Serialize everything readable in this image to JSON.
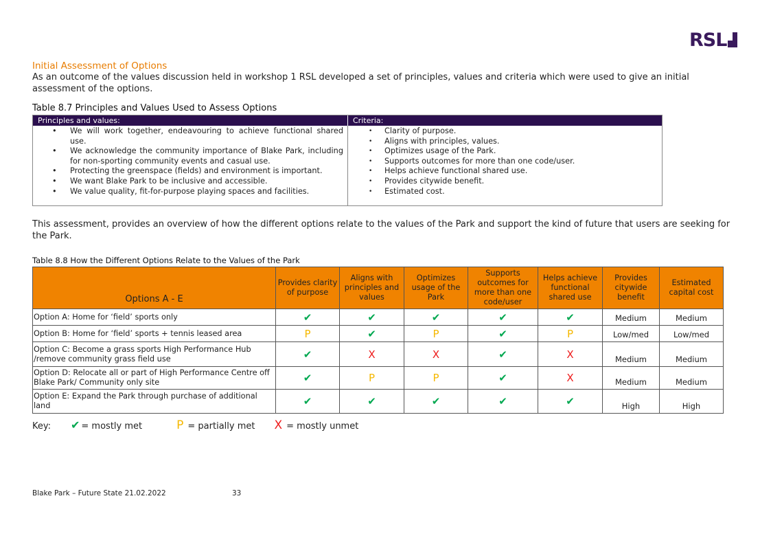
{
  "logo": {
    "text": "RSL"
  },
  "section_title": "Initial Assessment of Options",
  "intro": "As an outcome of the values discussion held in workshop 1 RSL developed a set of principles, values and criteria which were used to give an initial assessment of the options.",
  "table_87": {
    "caption": "Table 8.7 Principles and Values Used to Assess Options",
    "col1_header": "Principles and values:",
    "col2_header": "Criteria:",
    "principles": [
      "We will work together, endeavouring to achieve functional shared use.",
      "We acknowledge the community importance of Blake Park, including for non-sporting community events and casual use.",
      "Protecting the greenspace (fields) and environment is important.",
      "We want Blake Park to be inclusive and accessible.",
      "We value quality, fit-for-purpose playing spaces and facilities."
    ],
    "criteria": [
      "Clarity of purpose.",
      "Aligns with principles, values.",
      "Optimizes usage of the Park.",
      "Supports outcomes for more than one code/user.",
      "Helps achieve functional shared use.",
      "Provides citywide benefit.",
      "Estimated cost."
    ]
  },
  "assessment": "This assessment, provides an overview of how the different options relate to the values of the Park and support the kind of future that users are seeking for the Park.",
  "table_88": {
    "caption": "Table 8.8 How the Different Options Relate to the Values of the Park",
    "headers": [
      "Options A - E",
      "Provides clarity of purpose",
      "Aligns with principles and values",
      "Optimizes usage of the Park",
      "Supports outcomes for more than one code/user",
      "Helps achieve functional shared use",
      "Provides citywide benefit",
      "Estimated capital cost"
    ],
    "rows": [
      {
        "label": "Option A: Home for ‘field’ sports only",
        "marks": [
          "mostly_met",
          "mostly_met",
          "mostly_met",
          "mostly_met",
          "mostly_met"
        ],
        "benefit": "Medium",
        "cost": "Medium"
      },
      {
        "label": "Option B: Home for ‘field’ sports + tennis leased area",
        "marks": [
          "partially_met",
          "mostly_met",
          "partially_met",
          "mostly_met",
          "partially_met"
        ],
        "benefit": "Low/med",
        "cost": "Low/med"
      },
      {
        "label": "Option C: Become a grass sports High Performance Hub /remove community grass field use",
        "marks": [
          "mostly_met",
          "mostly_unmet",
          "mostly_unmet",
          "mostly_met",
          "mostly_unmet"
        ],
        "benefit": "Medium",
        "cost": "Medium"
      },
      {
        "label": "Option D:  Relocate all or part of High Performance Centre off Blake Park/ Community only site",
        "marks": [
          "mostly_met",
          "partially_met",
          "partially_met",
          "mostly_met",
          "mostly_unmet"
        ],
        "benefit": "Medium",
        "cost": "Medium"
      },
      {
        "label": "Option E: Expand the Park through purchase of additional land",
        "marks": [
          "mostly_met",
          "mostly_met",
          "mostly_met",
          "mostly_met",
          "mostly_met"
        ],
        "benefit": "High",
        "cost": "High"
      }
    ]
  },
  "symbols": {
    "mostly_met": "✔",
    "partially_met": "P",
    "mostly_unmet": "X"
  },
  "colors": {
    "mostly_met": "#00a850",
    "partially_met": "#f5b800",
    "mostly_unmet": "#ee1c1c",
    "header_orange": "#f08300",
    "header_purple": "#2b0f4e",
    "section_title": "#e87c00"
  },
  "key": {
    "label": "Key:",
    "mostly_met": "= mostly met",
    "partially_met": "= partially met",
    "mostly_unmet": "= mostly unmet"
  },
  "footer": {
    "doc": "Blake Park – Future State 21.02.2022",
    "page": "33"
  }
}
